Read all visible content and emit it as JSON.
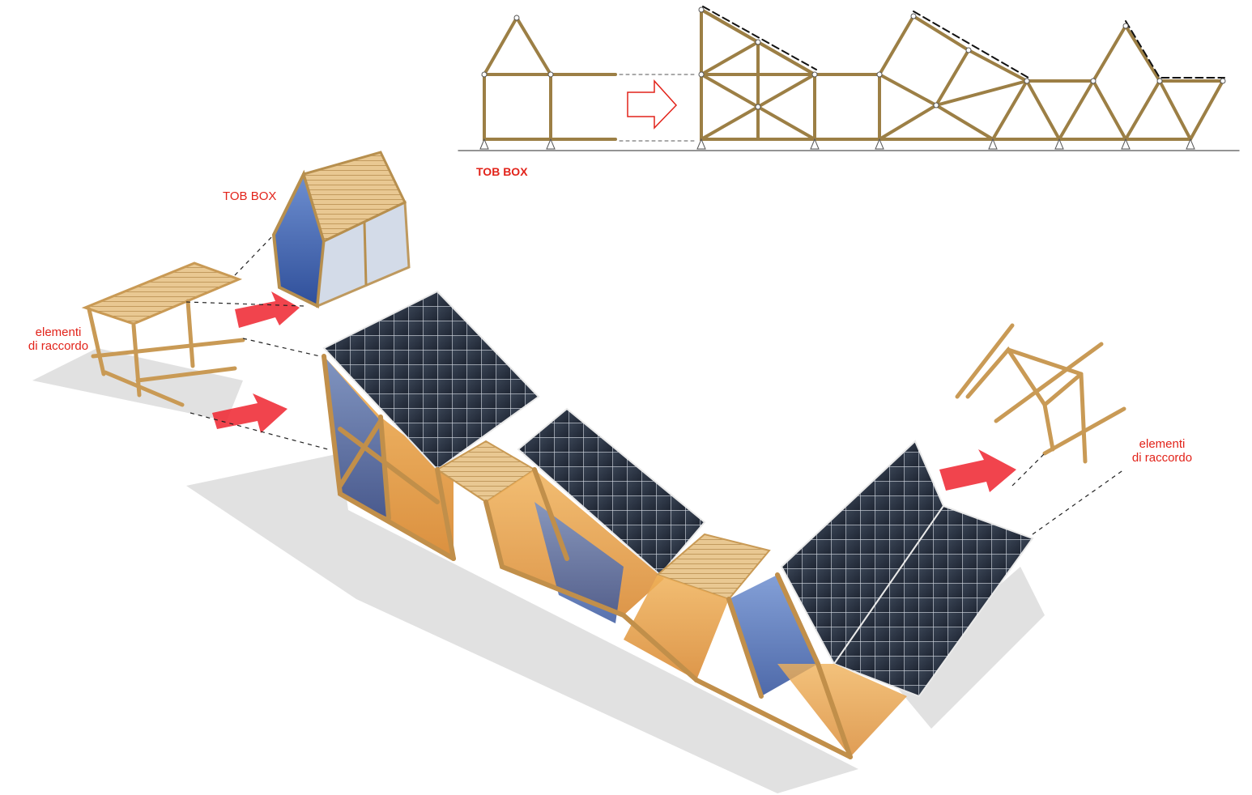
{
  "labels": {
    "tob_box_diagram": "TOB BOX",
    "tob_box_render": "TOB BOX",
    "raccordo_left_line1": "elementi",
    "raccordo_left_line2": "di raccordo",
    "raccordo_right_line1": "elementi",
    "raccordo_right_line2": "di raccordo"
  },
  "colors": {
    "label_red": "#e2231a",
    "timber": "#9c7f45",
    "timber_light": "#d9b77a",
    "solar_panel": "#2b3442",
    "glass_blue": "#4a6fb8",
    "glass_orange": "#e39a3c",
    "arrow_red": "#f0303a",
    "ground_line": "#333333"
  },
  "icons": {
    "transform_arrow": "right-arrow-outline-icon",
    "module_arrows": "red-block-arrow-icon",
    "support_nodes": "triangle-support-icon"
  }
}
